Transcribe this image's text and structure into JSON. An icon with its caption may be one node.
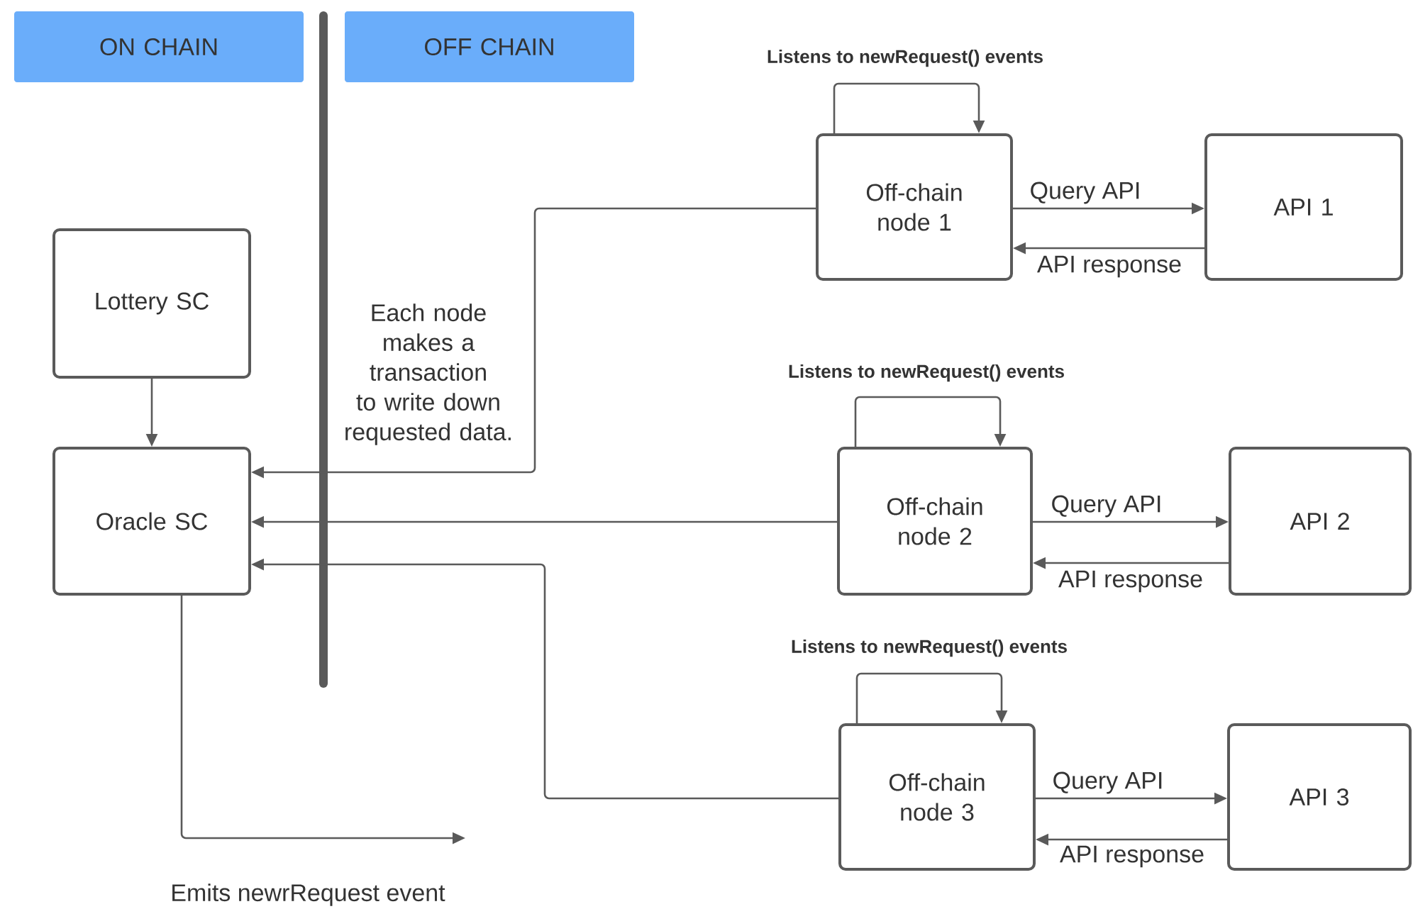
{
  "diagram": {
    "nodes": [
      {
        "text": [
          "ON CHAIN"
        ]
      },
      {
        "text": [
          "OFF CHAIN"
        ]
      },
      {
        "text": [
          "Lottery SC"
        ]
      },
      {
        "text": [
          "Oracle SC"
        ]
      },
      {
        "text": [
          "Off-chain node 1"
        ]
      },
      {
        "text": [
          "API 1"
        ]
      },
      {
        "text": [
          "Off-chain node 2"
        ]
      },
      {
        "text": [
          "API 2"
        ]
      },
      {
        "text": [
          "Off-chain node 3"
        ]
      },
      {
        "text": [
          "API 3"
        ]
      }
    ],
    "edges": [
      {
        "from": 2,
        "to": 3,
        "arrow": "to"
      },
      {
        "from": 4,
        "to": 4,
        "arrow": "to",
        "label": "Listens to newRequest() events"
      },
      {
        "from": 4,
        "to": 5,
        "arrow": "to",
        "label": "Query API"
      },
      {
        "from": 5,
        "to": 4,
        "arrow": "to",
        "label": "API response"
      },
      {
        "from": 4,
        "to": 3,
        "arrow": "to",
        "label": "Each node makes a transaction to write down requested data."
      },
      {
        "from": 6,
        "to": 6,
        "arrow": "to",
        "label": "Listens to newRequest() events"
      },
      {
        "from": 6,
        "to": 7,
        "arrow": "to",
        "label": "Query API"
      },
      {
        "from": 7,
        "to": 6,
        "arrow": "to",
        "label": "API response"
      },
      {
        "from": 6,
        "to": 3,
        "arrow": "to"
      },
      {
        "from": 8,
        "to": 8,
        "arrow": "to",
        "label": "Listens to newRequest() events"
      },
      {
        "from": 8,
        "to": 9,
        "arrow": "to",
        "label": "Query API"
      },
      {
        "from": 9,
        "to": 8,
        "arrow": "to",
        "label": "API response"
      },
      {
        "from": 8,
        "to": 3,
        "arrow": "to"
      },
      {
        "from": 3,
        "to": null,
        "arrow": "to",
        "label": "Emits newrRequest event"
      }
    ]
  }
}
